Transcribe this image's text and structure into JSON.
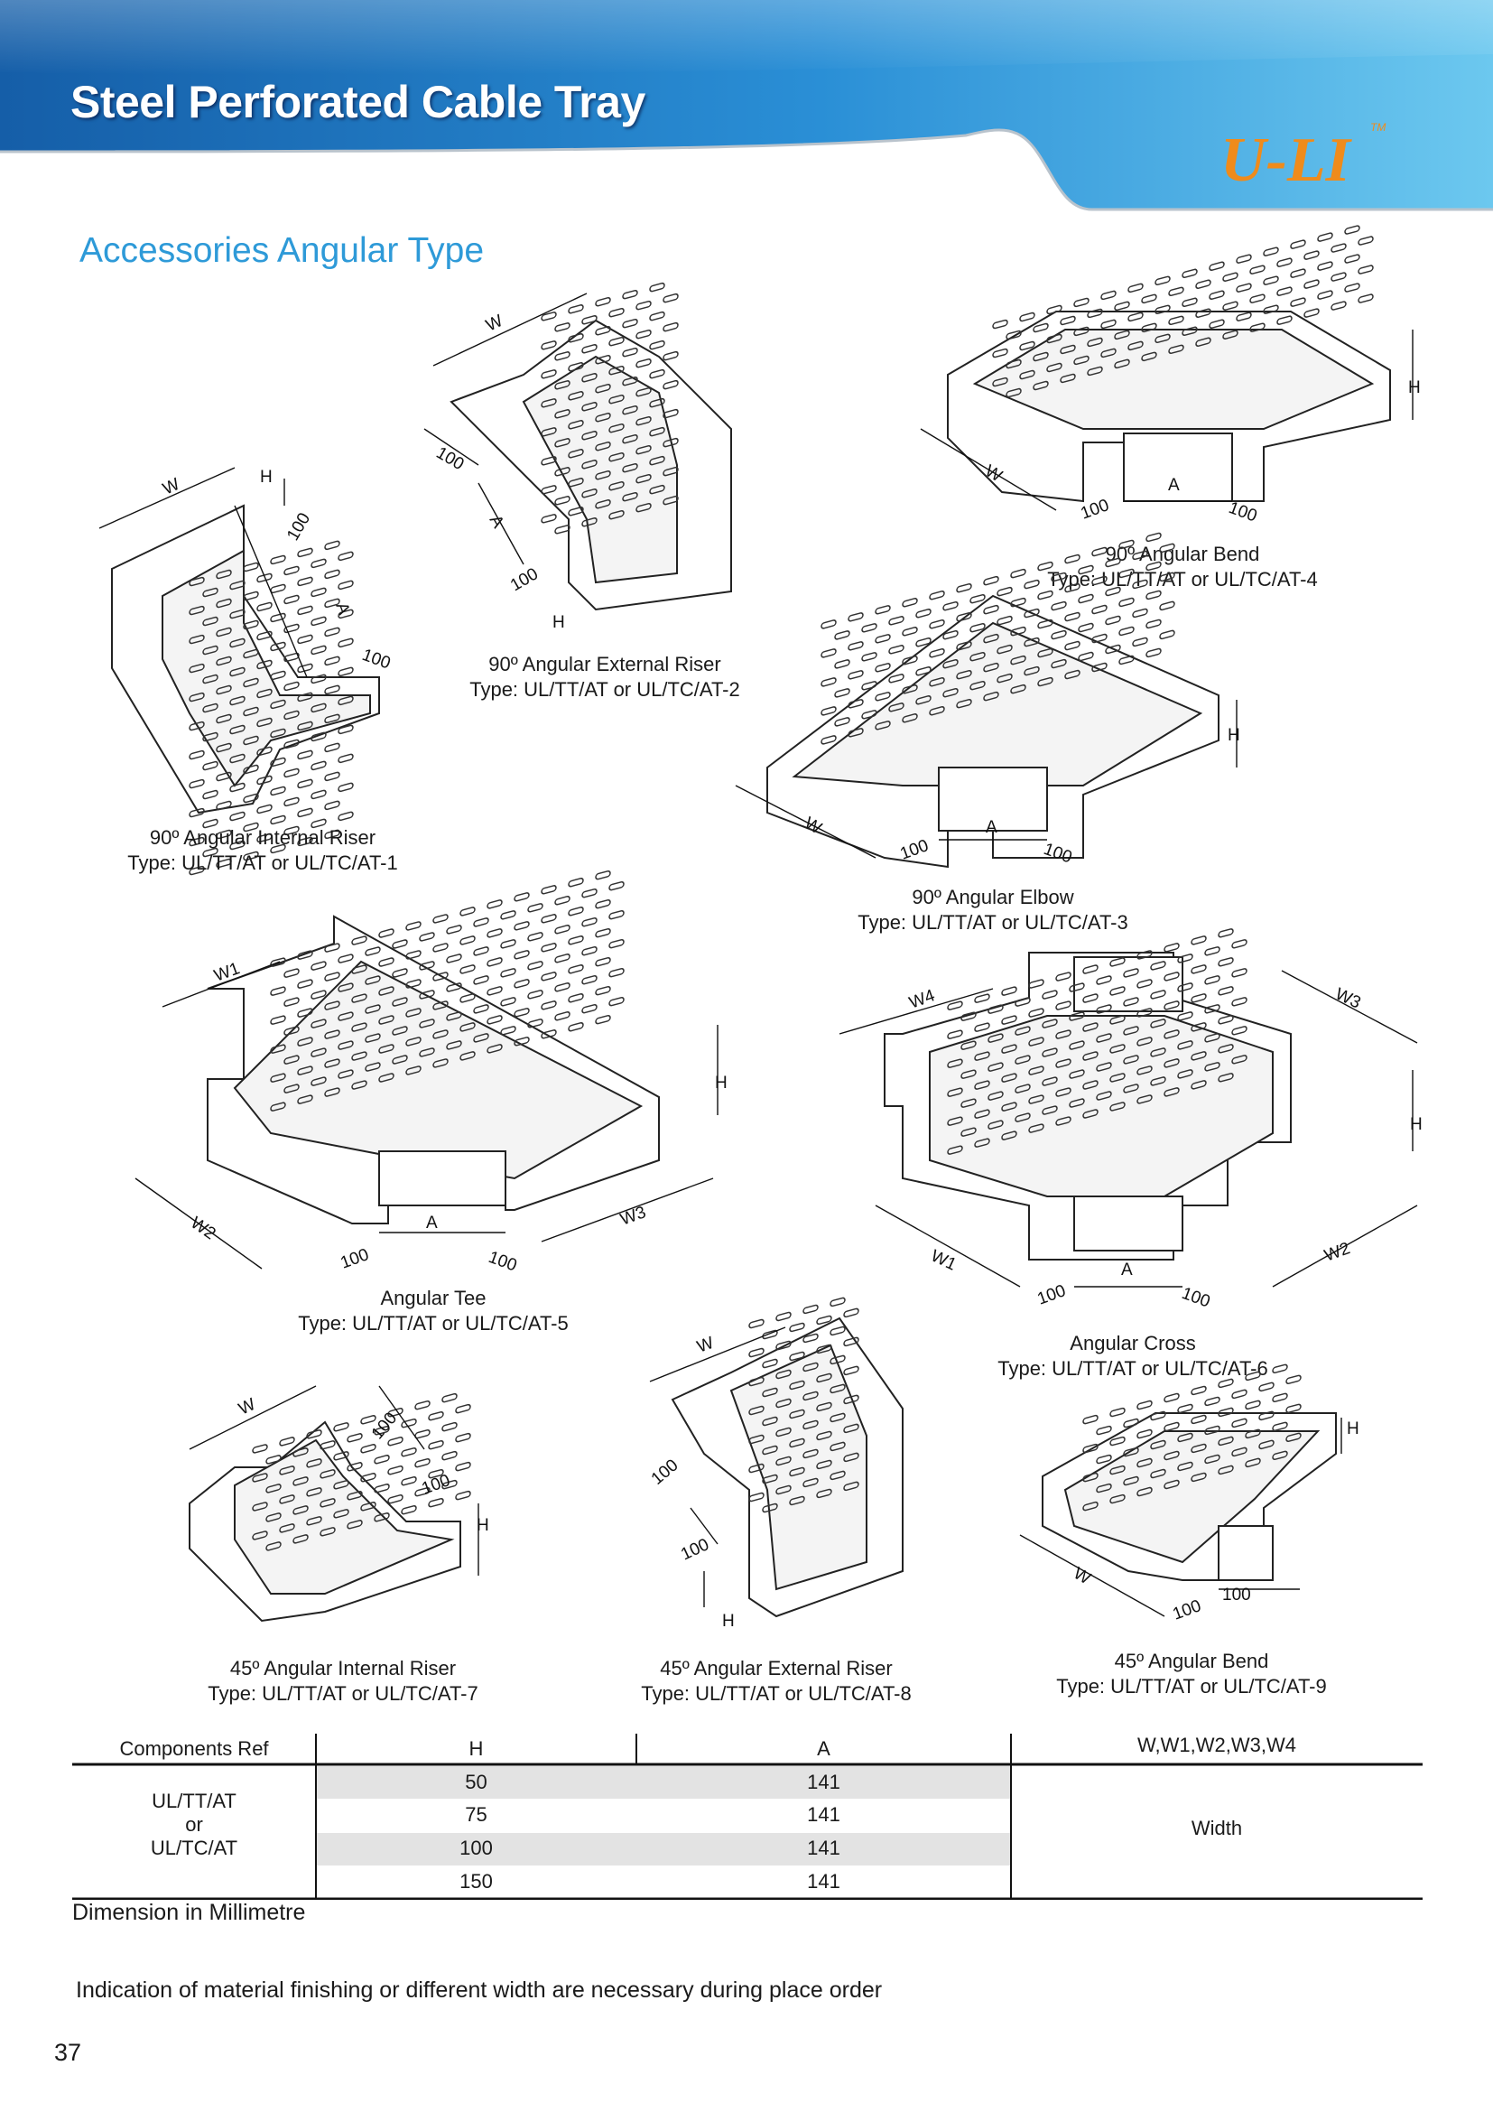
{
  "header": {
    "title": "Steel Perforated Cable Tray",
    "logo": "U-LI",
    "logo_tm": "TM"
  },
  "section_title": "Accessories Angular Type",
  "figures": [
    {
      "name": "90º Angular Internal Riser",
      "type": "Type: UL/TT/AT or UL/TC/AT-1"
    },
    {
      "name": "90º Angular External Riser",
      "type": "Type: UL/TT/AT or UL/TC/AT-2"
    },
    {
      "name": "90º Angular Bend",
      "type": "Type: UL/TT/AT or UL/TC/AT-4"
    },
    {
      "name": "90º Angular Elbow",
      "type": "Type: UL/TT/AT or UL/TC/AT-3"
    },
    {
      "name": "Angular Tee",
      "type": "Type: UL/TT/AT or UL/TC/AT-5"
    },
    {
      "name": "Angular Cross",
      "type": "Type: UL/TT/AT or UL/TC/AT-6"
    },
    {
      "name": "45º Angular Internal Riser",
      "type": "Type: UL/TT/AT or UL/TC/AT-7"
    },
    {
      "name": "45º Angular External Riser",
      "type": "Type: UL/TT/AT or UL/TC/AT-8"
    },
    {
      "name": "45º Angular Bend",
      "type": "Type: UL/TT/AT or UL/TC/AT-9"
    }
  ],
  "dimension_labels": {
    "w": "W",
    "w1": "W1",
    "w2": "W2",
    "w3": "W3",
    "w4": "W4",
    "h": "H",
    "a": "A",
    "hundred": "100"
  },
  "table": {
    "columns": [
      "Components Ref",
      "H",
      "A",
      "W,W1,W2,W3,W4"
    ],
    "ref_lines": [
      "UL/TT/AT",
      "or",
      "UL/TC/AT"
    ],
    "rows": [
      {
        "h": "50",
        "a": "141"
      },
      {
        "h": "75",
        "a": "141"
      },
      {
        "h": "100",
        "a": "141"
      },
      {
        "h": "150",
        "a": "141"
      }
    ],
    "width_label": "Width"
  },
  "notes": {
    "dimension_unit": "Dimension in Millimetre",
    "order_note": "Indication of material finishing or different width are necessary during place order"
  },
  "page_number": "37",
  "colors": {
    "header_dark": "#1565b0",
    "header_light": "#6cc8ef",
    "logo": "#ef8b1b",
    "section_title": "#2e9ad8",
    "table_shade": "#e3e3e3"
  }
}
